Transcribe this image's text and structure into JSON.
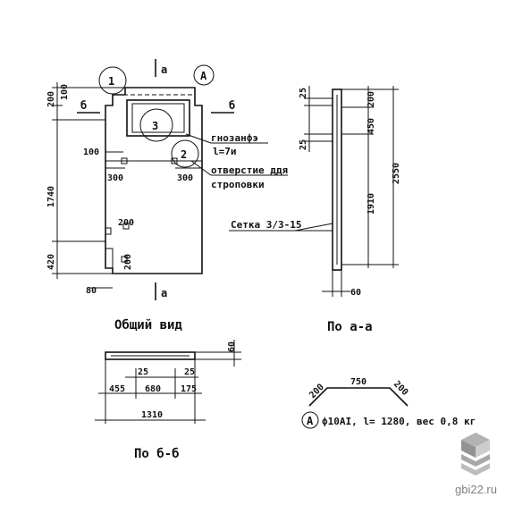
{
  "labels": {
    "section_a_top": "a",
    "section_a_bottom": "a",
    "section_b_left": "б",
    "section_b_right": "б",
    "callout_1": "1",
    "callout_2": "2",
    "callout_3": "3",
    "callout_A": "A",
    "callout_A_bottom": "A",
    "insulator_line1": "гнoзaнфэ",
    "insulator_line2": "l=7и",
    "opening_line1": "oтвeрстие ддя",
    "opening_line2": "строповки",
    "mesh": "Сетка 3/3-15",
    "general_view": "Общий вид",
    "view_aa": "По а-а",
    "view_bb": "По б-б",
    "rebar_spec": "ф10АI, l= 1280, вес 0,8 кг"
  },
  "dims": {
    "d200a": "200",
    "d100a": "100",
    "d1740": "1740",
    "d420": "420",
    "d100b": "100",
    "d300a": "300",
    "d300b": "300",
    "d200b": "200",
    "d200c": "200",
    "d80": "80",
    "d25a": "25",
    "d25b": "25",
    "d200d": "200",
    "d450": "450",
    "d1910": "1910",
    "d2550": "2550",
    "d60": "60",
    "d25c": "25",
    "d25d": "25",
    "d455": "455",
    "d680": "680",
    "d175": "175",
    "d1310": "1310",
    "d60b": "60",
    "d750": "750",
    "d200e": "200",
    "d200f": "200"
  },
  "watermark": "gbi22.ru"
}
